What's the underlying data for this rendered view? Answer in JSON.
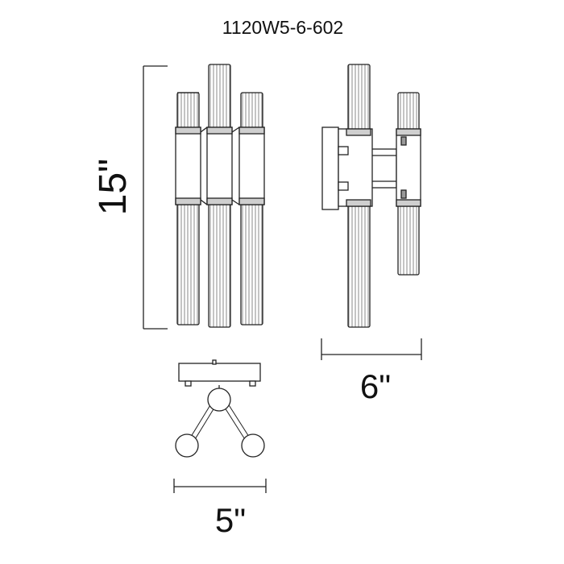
{
  "model_number": "1120W5-6-602",
  "dimensions": {
    "height": "15\"",
    "extension": "6\"",
    "width": "5\""
  },
  "colors": {
    "line": "#222222",
    "background": "#ffffff"
  }
}
